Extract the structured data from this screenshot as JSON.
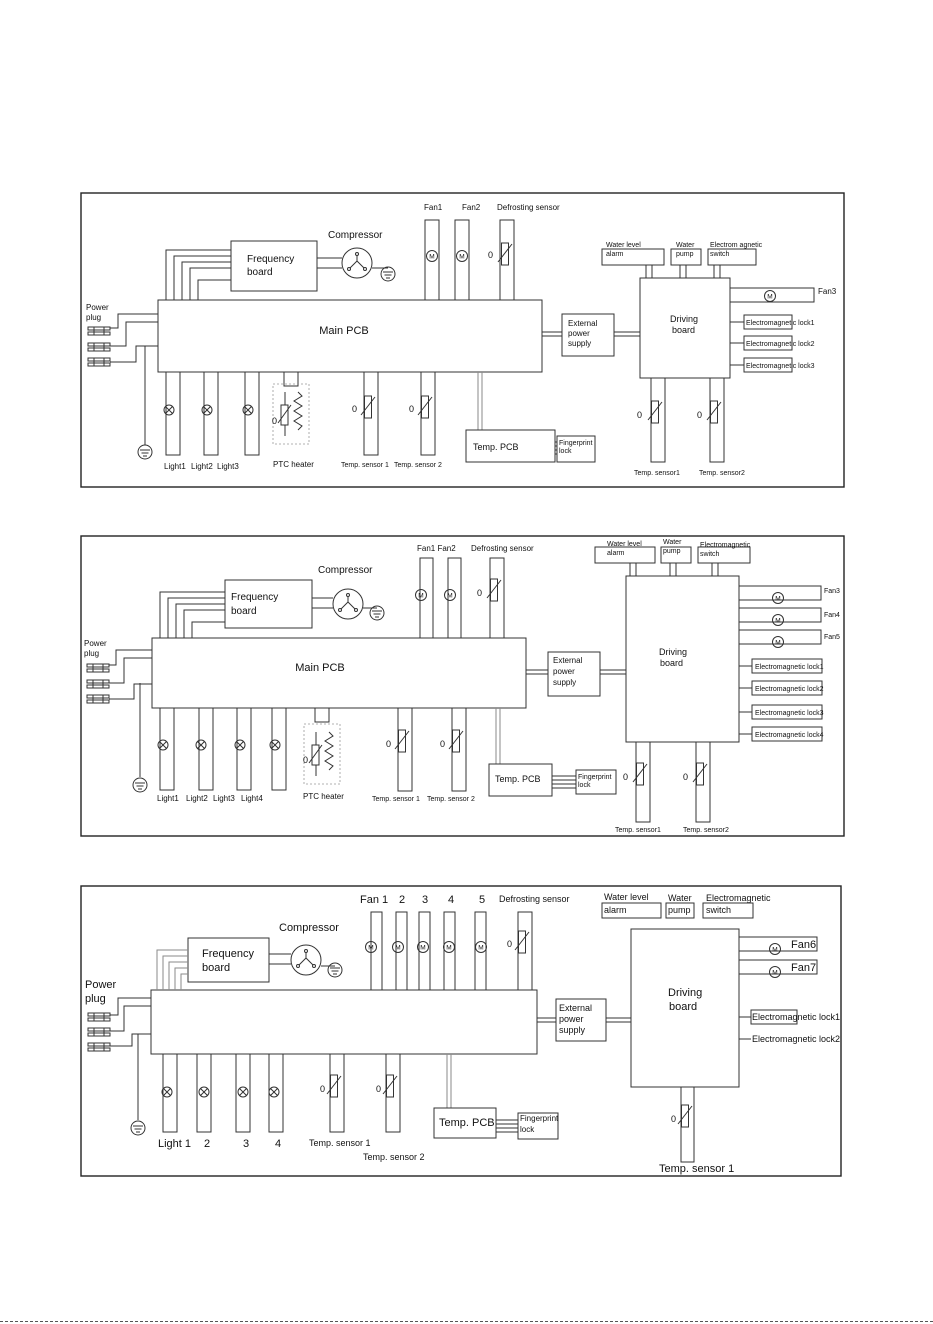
{
  "diagram1": {
    "power_plug": [
      "Power",
      "plug"
    ],
    "frequency_board": [
      "Frequency",
      "board"
    ],
    "compressor": "Compressor",
    "main_pcb": "Main PCB",
    "fans": [
      "Fan1",
      "Fan2"
    ],
    "defrosting_sensor": "Defrosting sensor",
    "water_level_alarm": [
      "Water level",
      "alarm"
    ],
    "water_pump": [
      "Water",
      "pump"
    ],
    "electromagnetic_switch": [
      "Electrom agnetic",
      "switch"
    ],
    "driving_board": [
      "Driving",
      "board"
    ],
    "fan3": "Fan3",
    "locks": [
      "Electromagnetic lock1",
      "Electromagnetic lock2",
      "Electromagnetic lock3"
    ],
    "external_power_supply": [
      "External",
      "power",
      "supply"
    ],
    "lights": [
      "Light1",
      "Light2",
      "Light3"
    ],
    "ptc_heater": "PTC heater",
    "temp_sensor_1": "Temp. sensor 1",
    "temp_sensor_2": "Temp. sensor 2",
    "temp_pcb": "Temp. PCB",
    "fingerprint_lock": [
      "Fingerprint",
      "lock"
    ],
    "driving_temp_sensor_1": "Temp. sensor1",
    "driving_temp_sensor_2": "Temp. sensor2",
    "sensor_mark": "0"
  },
  "diagram2": {
    "power_plug": [
      "Power",
      "plug"
    ],
    "frequency_board": [
      "Frequency",
      "board"
    ],
    "compressor": "Compressor",
    "main_pcb": "Main PCB",
    "fans": "Fan1 Fan2",
    "defrosting_sensor": "Defrosting sensor",
    "water_level_alarm": [
      "Water level",
      "alarm"
    ],
    "water_pump": [
      "Water",
      "pump"
    ],
    "electromagnetic_switch": [
      "Electromagnetic",
      "switch"
    ],
    "driving_board": [
      "Driving",
      "board"
    ],
    "right_fans": [
      "Fan3",
      "Fan4",
      "Fan5"
    ],
    "locks": [
      "Electromagnetic lock1",
      "Electromagnetic lock2",
      "Electromagnetic lock3",
      "Electromagnetic lock4"
    ],
    "external_power_supply": [
      "External",
      "power",
      "supply"
    ],
    "lights": [
      "Light1",
      "Light2",
      "Light3",
      "Light4"
    ],
    "ptc_heater": "PTC heater",
    "temp_sensor_1": "Temp. sensor 1",
    "temp_sensor_2": "Temp. sensor 2",
    "temp_pcb": "Temp. PCB",
    "fingerprint_lock": [
      "Fingerprint",
      "lock"
    ],
    "driving_temp_sensor_1": "Temp. sensor1",
    "driving_temp_sensor_2": "Temp. sensor2",
    "sensor_mark": "0"
  },
  "diagram3": {
    "power_plug": [
      "Power",
      "plug"
    ],
    "frequency_board": [
      "Frequency",
      "board"
    ],
    "compressor": "Compressor",
    "fan_labels": [
      "Fan 1",
      "2",
      "3",
      "4",
      "5"
    ],
    "defrosting_sensor": "Defrosting sensor",
    "water_level_alarm": [
      "Water level",
      "alarm"
    ],
    "water_pump": [
      "Water",
      "pump"
    ],
    "electromagnetic_switch": [
      "Electromagnetic",
      "switch"
    ],
    "driving_board": [
      "Driving",
      "board"
    ],
    "right_fans": [
      "Fan6",
      "Fan7"
    ],
    "locks": [
      "Electromagnetic lock1",
      "Electromagnetic lock2"
    ],
    "external_power_supply": [
      "External",
      "power",
      "supply"
    ],
    "light_labels": [
      "Light 1",
      "2",
      "3",
      "4"
    ],
    "temp_sensor_1": "Temp. sensor 1",
    "temp_sensor_2": "Temp. sensor 2",
    "temp_pcb": "Temp. PCB",
    "fingerprint_lock": [
      "Fingerprint",
      "lock"
    ],
    "driving_temp_sensor_1": "Temp. sensor 1",
    "sensor_mark": "0"
  }
}
